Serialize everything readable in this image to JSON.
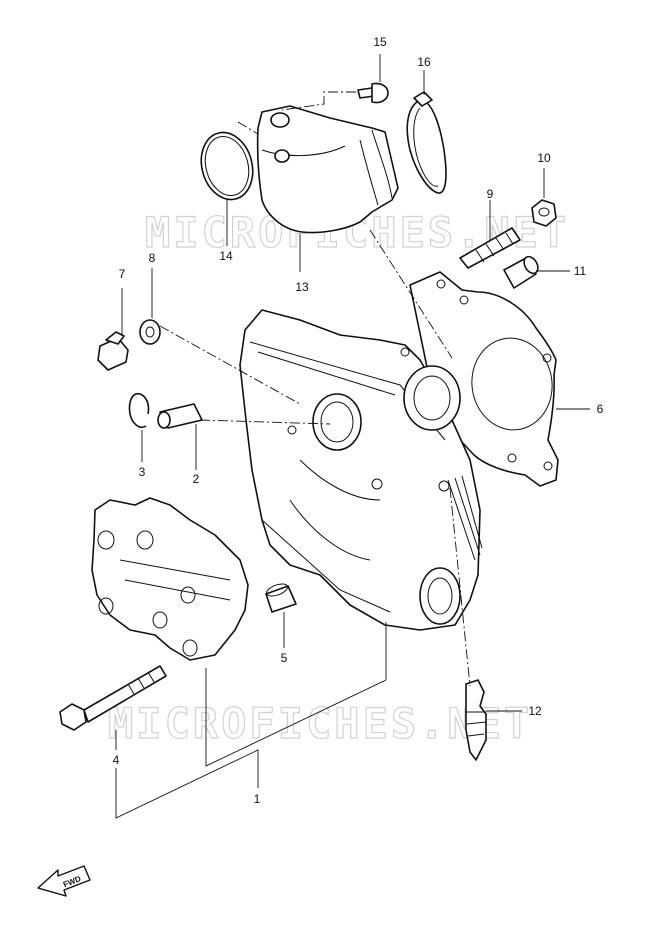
{
  "watermark": {
    "text": "MICROFICHES.NET"
  },
  "callouts": [
    {
      "id": "1",
      "text": "1"
    },
    {
      "id": "2",
      "text": "2"
    },
    {
      "id": "3",
      "text": "3"
    },
    {
      "id": "4",
      "text": "4"
    },
    {
      "id": "5",
      "text": "5"
    },
    {
      "id": "6",
      "text": "6"
    },
    {
      "id": "7",
      "text": "7"
    },
    {
      "id": "8",
      "text": "8"
    },
    {
      "id": "9",
      "text": "9"
    },
    {
      "id": "10",
      "text": "10"
    },
    {
      "id": "11",
      "text": "11"
    },
    {
      "id": "12",
      "text": "12"
    },
    {
      "id": "13",
      "text": "13"
    },
    {
      "id": "14",
      "text": "14"
    },
    {
      "id": "15",
      "text": "15"
    },
    {
      "id": "16",
      "text": "16"
    }
  ],
  "fwd_arrow": {
    "text": "FWD"
  }
}
